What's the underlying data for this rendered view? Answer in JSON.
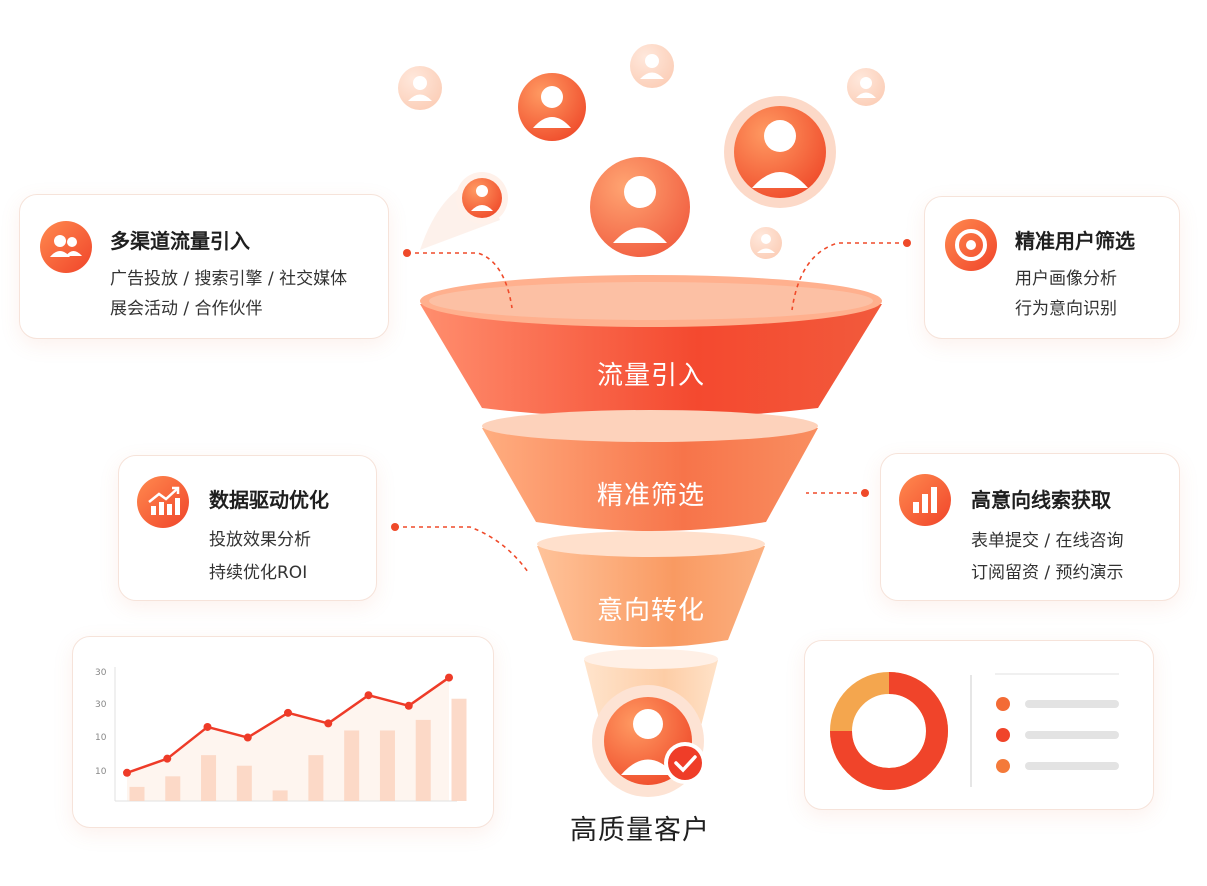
{
  "funnel": {
    "stage1": "流量引入",
    "stage2": "精准筛选",
    "stage3": "意向转化",
    "result": "高质量客户"
  },
  "cards": {
    "traffic": {
      "title": "多渠道流量引入",
      "line1": "广告投放 / 搜索引擎 / 社交媒体",
      "line2": "展会活动 / 合作伙伴",
      "icon": "users-icon"
    },
    "screening": {
      "title": "精准用户筛选",
      "line1": "用户画像分析",
      "line2": "行为意向识别",
      "icon": "target-icon"
    },
    "optimize": {
      "title": "数据驱动优化",
      "line1": "投放效果分析",
      "line2": "持续优化ROI",
      "icon": "trend-chart-icon"
    },
    "leads": {
      "title": "高意向线索获取",
      "line1": "表单提交 / 在线咨询",
      "line2": "订阅留资 / 预约演示",
      "icon": "bar-chart-icon"
    }
  },
  "chart_data": {
    "type": "line",
    "y_tick_labels": [
      "30",
      "30",
      "10",
      "10"
    ],
    "line_values": [
      8,
      12,
      21,
      18,
      25,
      22,
      30,
      27,
      35
    ],
    "bar_values": [
      4,
      7,
      13,
      10,
      3,
      13,
      20,
      20,
      23,
      29
    ]
  },
  "colors": {
    "accent": "#f0442a",
    "accent_light": "#ff9a5e",
    "card_border": "#f6e3da"
  }
}
